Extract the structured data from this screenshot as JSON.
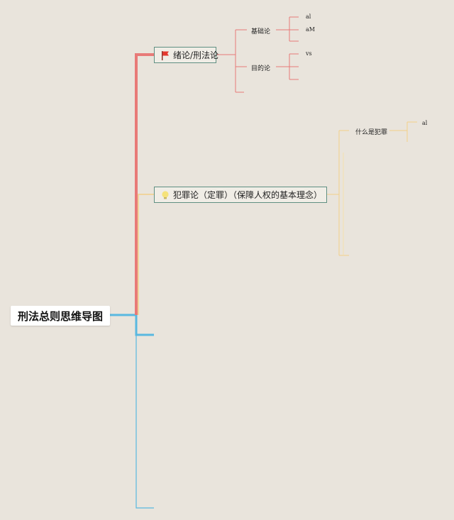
{
  "root": {
    "label": "刑法总则思维导图"
  },
  "branches": [
    {
      "label": "绪论/刑法论",
      "icon": "flag-icon",
      "color": "#e87a78",
      "children": [
        {
          "label": "基础论",
          "leaves": [
            "al",
            "aM",
            ""
          ]
        },
        {
          "label": "目的论",
          "leaves": [
            "vs",
            "",
            ""
          ]
        }
      ]
    },
    {
      "label": "犯罪论（定罪）（保障人权的基本理念）",
      "icon": "lightbulb-icon",
      "color": "#f2cf88",
      "children": [
        {
          "label": "什么是犯罪",
          "leaves": [
            "al"
          ]
        }
      ]
    },
    {
      "label": "",
      "color": "#59b8e0"
    }
  ],
  "colors": {
    "background": "#e9e4dc",
    "branch1": "#e87a78",
    "branch2": "#f2cf88",
    "branch3": "#59b8e0",
    "node_border": "#5f8f82"
  }
}
